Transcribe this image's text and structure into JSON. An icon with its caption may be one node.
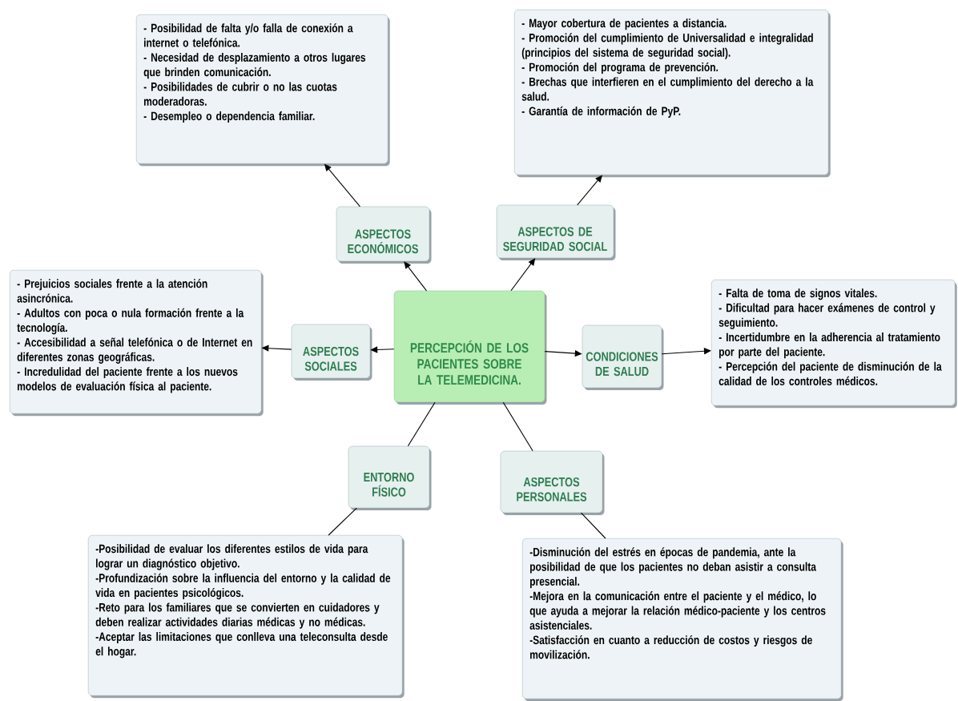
{
  "diagram": {
    "nodes": [
      {
        "text": [
          "PERCEPCIÓN DE LOS PACIENTES SOBRE LA TELEMEDICINA."
        ]
      },
      {
        "text": [
          "ASPECTOS ECONÓMICOS"
        ]
      },
      {
        "text": [
          "- Posibilidad de falta y/o falla de conexión a internet o telefónica.",
          "- Necesidad de desplazamiento a otros lugares que brinden comunicación.",
          "- Posibilidades de cubrir o no las cuotas moderadoras.",
          "- Desempleo o dependencia familiar."
        ]
      },
      {
        "text": [
          "ASPECTOS DE SEGURIDAD SOCIAL"
        ]
      },
      {
        "text": [
          "- Mayor cobertura de pacientes a distancia.",
          "- Promoción del cumplimiento de Universalidad e integralidad (principios del sistema de seguridad social).",
          "- Promoción del programa de prevención.",
          "- Brechas que interfieren en el cumplimiento del derecho a la salud.",
          "- Garantía de información de PyP."
        ]
      },
      {
        "text": [
          "ASPECTOS SOCIALES"
        ]
      },
      {
        "text": [
          "- Prejuicios sociales frente a la atención asincrónica.",
          "- Adultos con poca o nula formación frente a la tecnología.",
          "- Accesibilidad a señal telefónica o de Internet en diferentes zonas geográficas.",
          "- Incredulidad del paciente frente a los nuevos modelos de evaluación física al paciente."
        ]
      },
      {
        "text": [
          "CONDICIONES DE SALUD"
        ]
      },
      {
        "text": [
          "- Falta de toma de signos vitales.",
          "- Dificultad para hacer exámenes de control y seguimiento.",
          "- Incertidumbre en la adherencia al tratamiento por parte del paciente.",
          "- Percepción del paciente de disminución de la calidad de los controles médicos."
        ]
      },
      {
        "text": [
          "ENTORNO FÍSICO"
        ]
      },
      {
        "text": [
          "-Posibilidad de evaluar los diferentes estilos de vida para lograr un diagnóstico objetivo.",
          "-Profundización sobre la influencia del entorno y la calidad de vida en pacientes psicológicos.",
          "-Reto para los familiares que se convierten en cuidadores y deben realizar actividades diarias médicas y no médicas.",
          "-Aceptar las limitaciones que conlleva una teleconsulta desde el hogar."
        ]
      },
      {
        "text": [
          "ASPECTOS PERSONALES"
        ]
      },
      {
        "text": [
          "-Disminución del estrés en épocas de pandemia, ante la posibilidad de que los pacientes no deban asistir a consulta presencial.",
          "-Mejora en la comunicación entre el paciente y el médico, lo que ayuda a mejorar la relación médico-paciente y los centros asistenciales.",
          "-Satisfacción en cuanto a reducción de costos y riesgos de movilización."
        ]
      }
    ],
    "edges": [
      {
        "from": 0,
        "to": 1,
        "arrow": "to"
      },
      {
        "from": 1,
        "to": 2,
        "arrow": "to"
      },
      {
        "from": 0,
        "to": 3,
        "arrow": "to"
      },
      {
        "from": 3,
        "to": 4,
        "arrow": "to"
      },
      {
        "from": 0,
        "to": 5,
        "arrow": "to"
      },
      {
        "from": 5,
        "to": 6,
        "arrow": "to"
      },
      {
        "from": 0,
        "to": 7,
        "arrow": "to"
      },
      {
        "from": 7,
        "to": 8,
        "arrow": "to"
      },
      {
        "from": 0,
        "to": 9,
        "arrow": "none"
      },
      {
        "from": 9,
        "to": 10,
        "arrow": "none"
      },
      {
        "from": 0,
        "to": 11,
        "arrow": "none"
      },
      {
        "from": 11,
        "to": 12,
        "arrow": "none"
      }
    ]
  }
}
